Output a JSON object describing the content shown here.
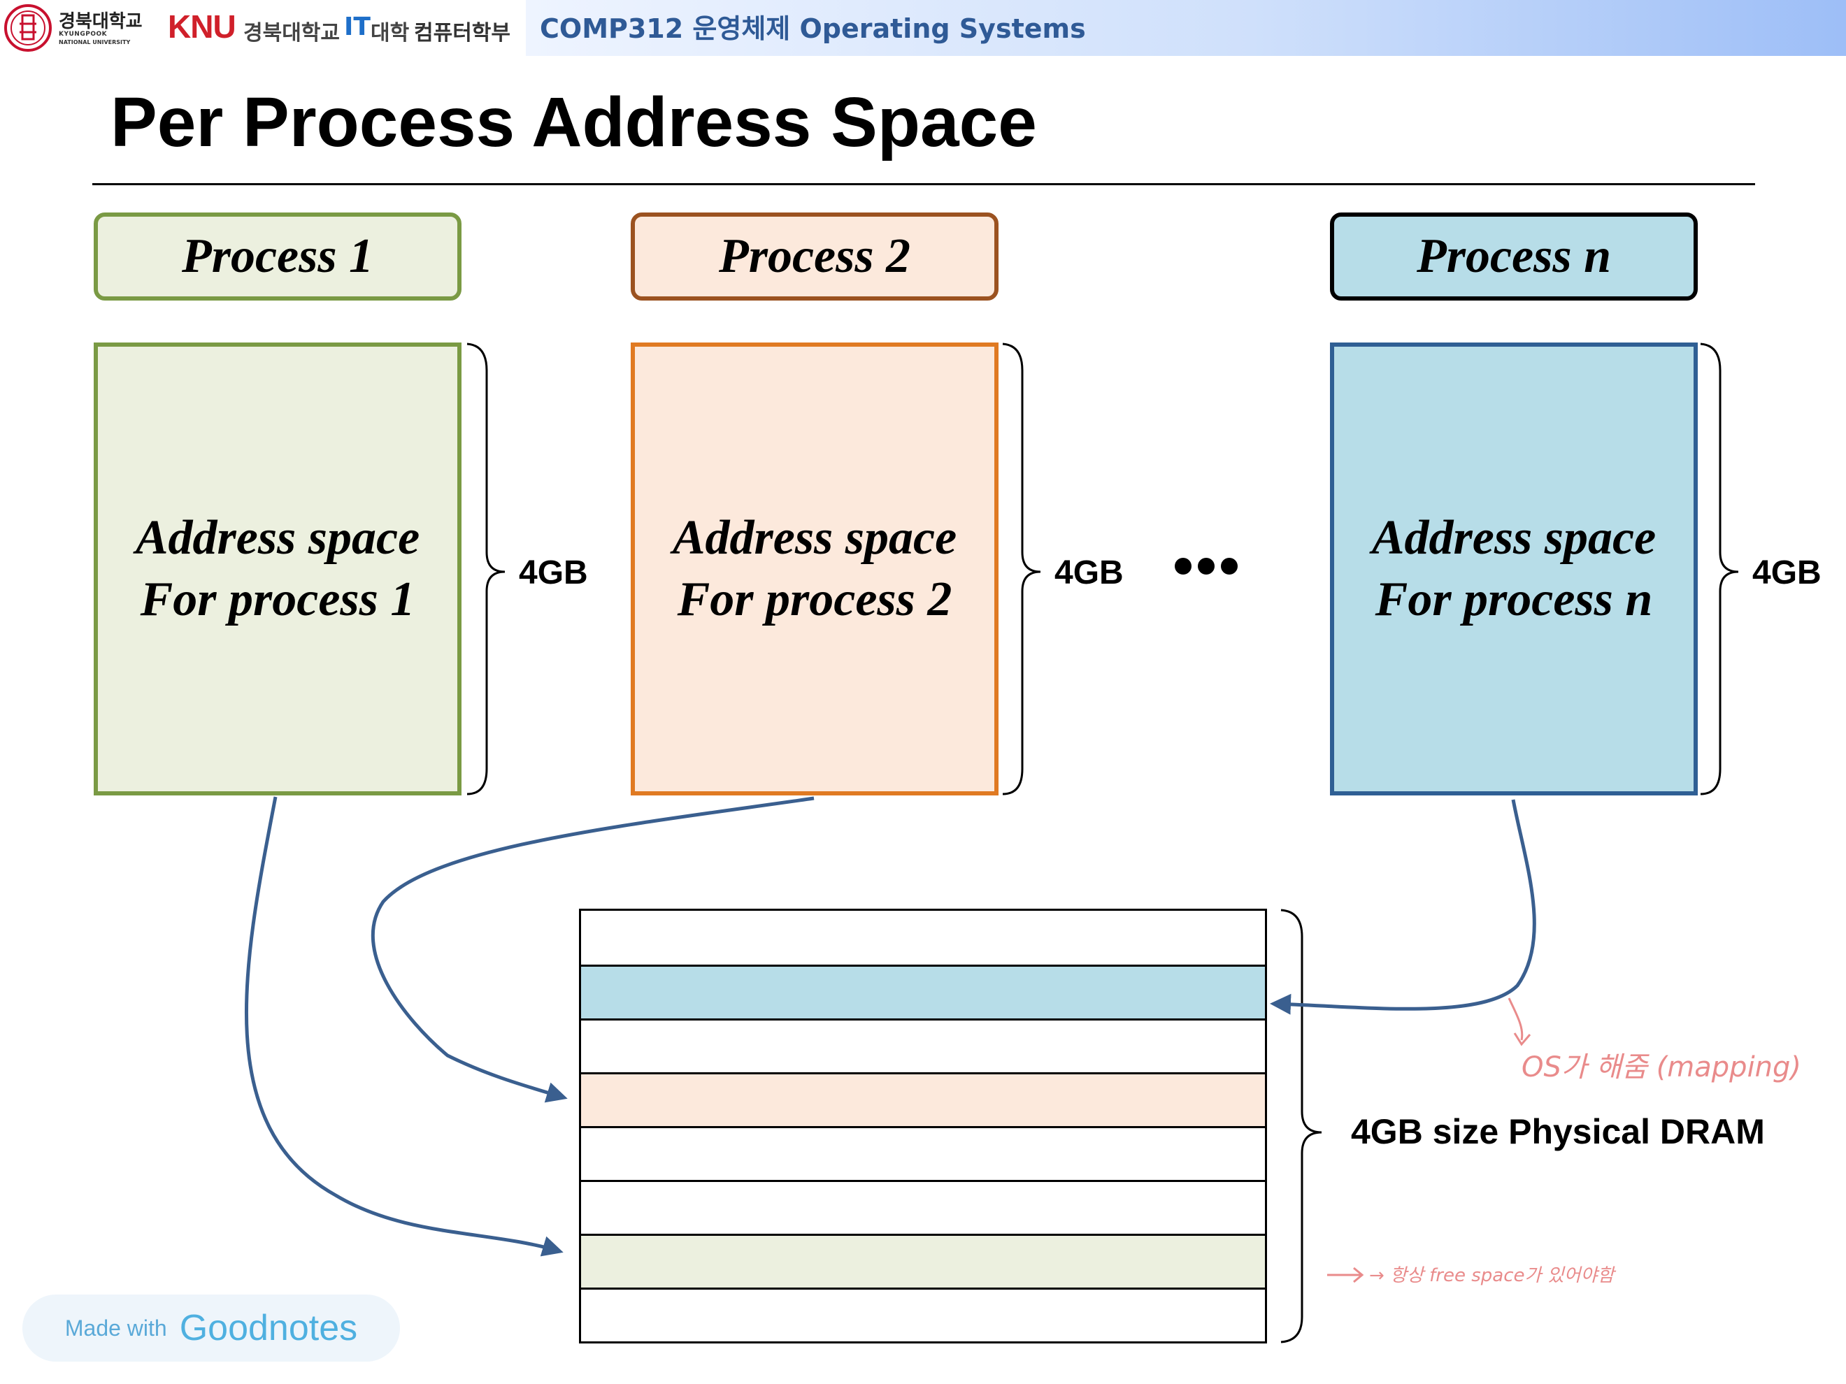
{
  "header": {
    "course_title": "COMP312 운영체제 Operating Systems",
    "university_ko": "경북대학교",
    "university_en_line1": "KYUNGPOOK",
    "university_en_line2": "NATIONAL UNIVERSITY",
    "knu_logo": "KNU",
    "college_ko_prefix": "경북대학교",
    "it_mark": "IT",
    "college_ko_suffix": "대학",
    "dept_ko": "컴퓨터학부"
  },
  "slide": {
    "title": "Per Process Address Space"
  },
  "processes": [
    {
      "label": "Process 1",
      "space_line1": "Address space",
      "space_line2": "For process 1",
      "size": "4GB",
      "fill": "#ecf0df",
      "border": "#7a9a44"
    },
    {
      "label": "Process 2",
      "space_line1": "Address space",
      "space_line2": "For process 2",
      "size": "4GB",
      "fill": "#fce9dc",
      "border": "#e07a22"
    },
    {
      "label": "Process n",
      "space_line1": "Address space",
      "space_line2": "For process n",
      "size": "4GB",
      "fill": "#b7dde8",
      "border": "#2f5f94"
    }
  ],
  "ellipsis": "•••",
  "dram": {
    "label": "4GB size Physical DRAM",
    "rows": [
      {
        "fill": "#ffffff"
      },
      {
        "fill": "#b7dde8",
        "owner": "Process n"
      },
      {
        "fill": "#ffffff"
      },
      {
        "fill": "#fce9dc",
        "owner": "Process 2"
      },
      {
        "fill": "#ffffff"
      },
      {
        "fill": "#ffffff"
      },
      {
        "fill": "#ecf0df",
        "owner": "Process 1"
      },
      {
        "fill": "#ffffff"
      }
    ]
  },
  "annotations": {
    "mapping_note": "OS가 해줌 (mapping)",
    "free_note": "→ 항상 free space가 있어야함"
  },
  "watermark": {
    "made_with": "Made with",
    "brand": "Goodnotes"
  },
  "colors": {
    "arrow": "#3a5f8f",
    "annotation": "#e98b8b",
    "header_text": "#2f5a96"
  }
}
